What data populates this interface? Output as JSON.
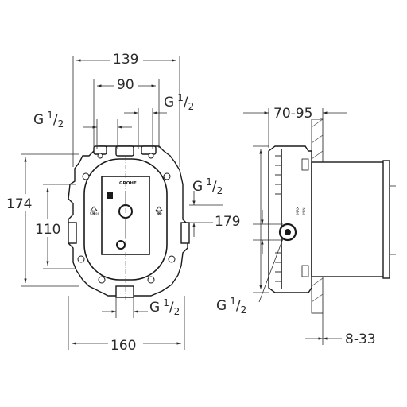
{
  "front_view": {
    "dim_width_top": "139",
    "dim_width_inner": "90",
    "dim_height": "174",
    "dim_height_inner": "110",
    "dim_width_bottom": "160",
    "thread_top_left": {
      "main": "G",
      "num": "1",
      "den": "2"
    },
    "thread_top_right": {
      "main": "G",
      "num": "1",
      "den": "2"
    },
    "thread_right": {
      "main": "G",
      "num": "1",
      "den": "2"
    },
    "thread_bottom": {
      "main": "G",
      "num": "1",
      "den": "2"
    },
    "logo": "GROHE",
    "label_close": "Close",
    "label_top": "Top"
  },
  "side_view": {
    "dim_depth": "70-95",
    "dim_height": "179",
    "dim_wall": "8-33",
    "thread_left": {
      "main": "G",
      "num": "1",
      "den": "2"
    },
    "label_max": "MAX",
    "label_min": "MIN"
  }
}
